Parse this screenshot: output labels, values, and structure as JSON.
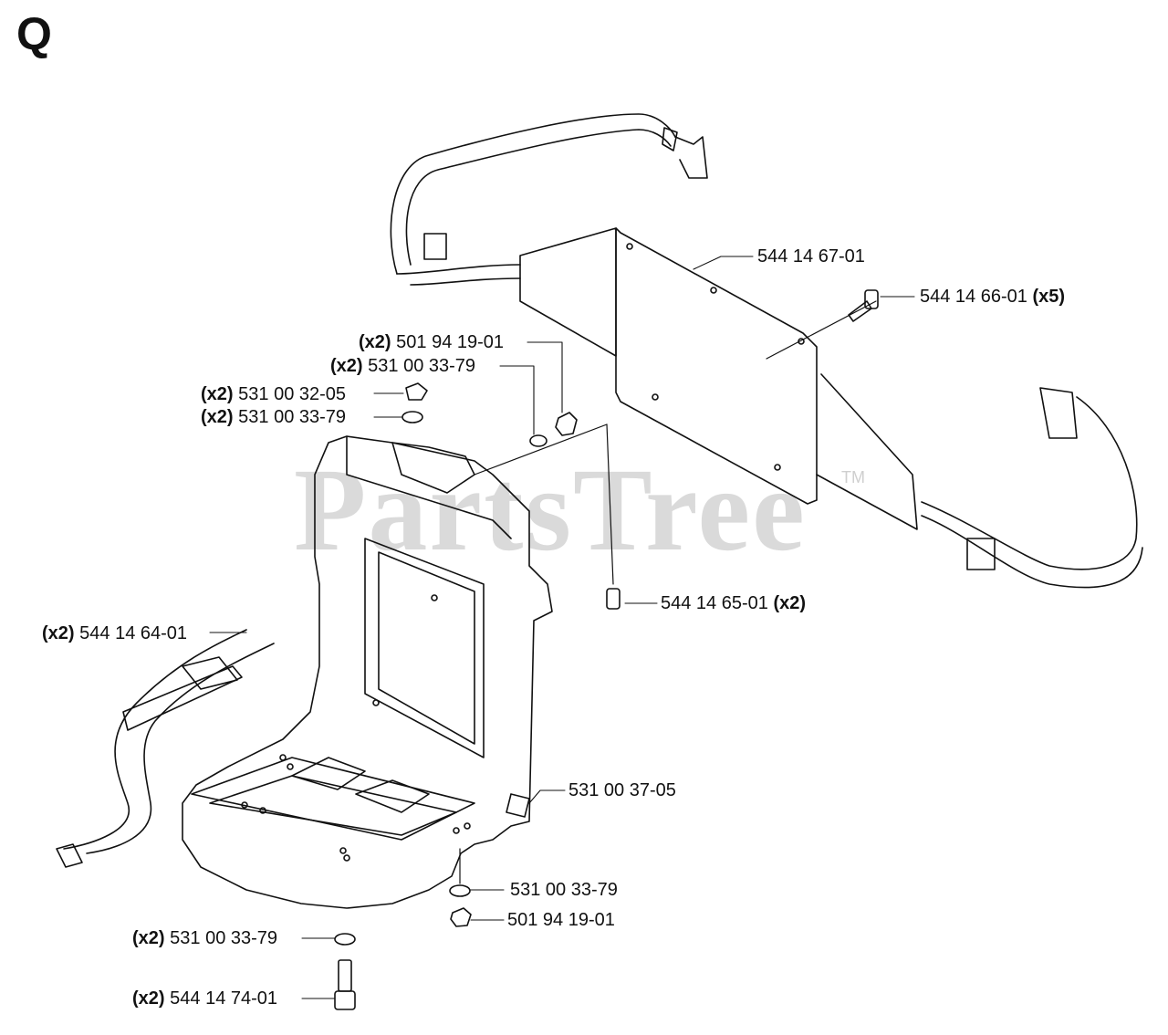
{
  "section": "Q",
  "watermark": {
    "text": "PartsTree",
    "tm": "TM"
  },
  "callouts": [
    {
      "id": "c1",
      "qty": "(x2)",
      "part": "501 94 19-01",
      "qty_after": ""
    },
    {
      "id": "c2",
      "qty": "(x2)",
      "part": "531 00 33-79",
      "qty_after": ""
    },
    {
      "id": "c3",
      "qty": "(x2)",
      "part": "531 00 32-05",
      "qty_after": ""
    },
    {
      "id": "c4",
      "qty": "(x2)",
      "part": "531 00 33-79",
      "qty_after": ""
    },
    {
      "id": "c5",
      "qty": "",
      "part": "544 14 67-01",
      "qty_after": ""
    },
    {
      "id": "c6",
      "qty": "",
      "part": "544 14 66-01",
      "qty_after": "(x5)"
    },
    {
      "id": "c7",
      "qty": "",
      "part": "544 14 65-01",
      "qty_after": "(x2)"
    },
    {
      "id": "c8",
      "qty": "(x2)",
      "part": "544 14 64-01",
      "qty_after": ""
    },
    {
      "id": "c9",
      "qty": "",
      "part": "531 00 37-05",
      "qty_after": ""
    },
    {
      "id": "c10",
      "qty": "",
      "part": "531 00 33-79",
      "qty_after": ""
    },
    {
      "id": "c11",
      "qty": "",
      "part": "501 94 19-01",
      "qty_after": ""
    },
    {
      "id": "c12",
      "qty": "(x2)",
      "part": "531 00 33-79",
      "qty_after": ""
    },
    {
      "id": "c13",
      "qty": "(x2)",
      "part": "544 14 74-01",
      "qty_after": ""
    }
  ]
}
